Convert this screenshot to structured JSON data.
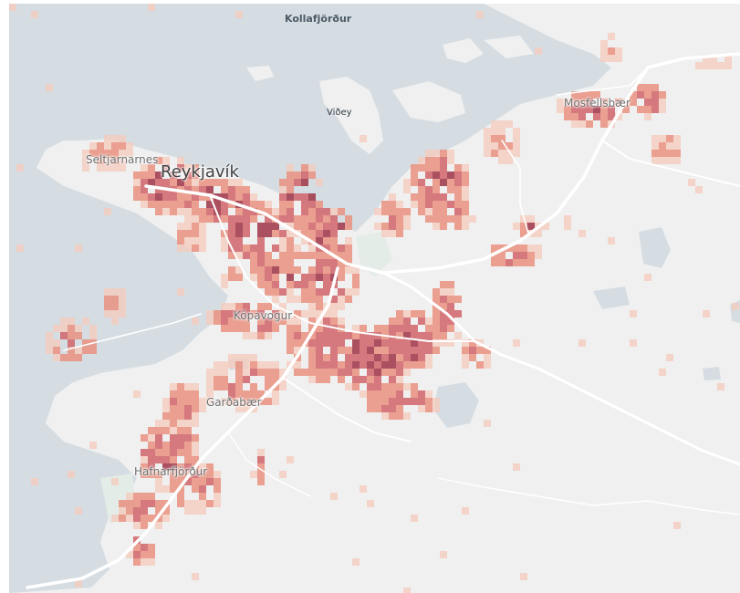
{
  "map": {
    "place_labels": [
      {
        "id": "kollafjordur",
        "text": "Kollafjörður",
        "kind": "water"
      },
      {
        "id": "videy",
        "text": "Viðey",
        "kind": "island"
      },
      {
        "id": "seltjarnarnes",
        "text": "Seltjarnarnes",
        "kind": "town"
      },
      {
        "id": "reykjavik",
        "text": "Reykjavík",
        "kind": "major"
      },
      {
        "id": "mosfellsbaer",
        "text": "Mosfellsbær",
        "kind": "town"
      },
      {
        "id": "kopavogur",
        "text": "Kópavogur",
        "kind": "town"
      },
      {
        "id": "gardabaer",
        "text": "Garðabær",
        "kind": "town"
      },
      {
        "id": "hafnarfjordur",
        "text": "Hafnarfjörður",
        "kind": "town"
      }
    ],
    "colors": {
      "water": "#d5dde3",
      "land": "#f0f0f0",
      "road": "#ffffff",
      "park": "#e4ece7",
      "heat_low": "#f6c9bb",
      "heat_mid": "#e9907f",
      "heat_high": "#d0646a",
      "heat_max": "#9d3447"
    }
  }
}
